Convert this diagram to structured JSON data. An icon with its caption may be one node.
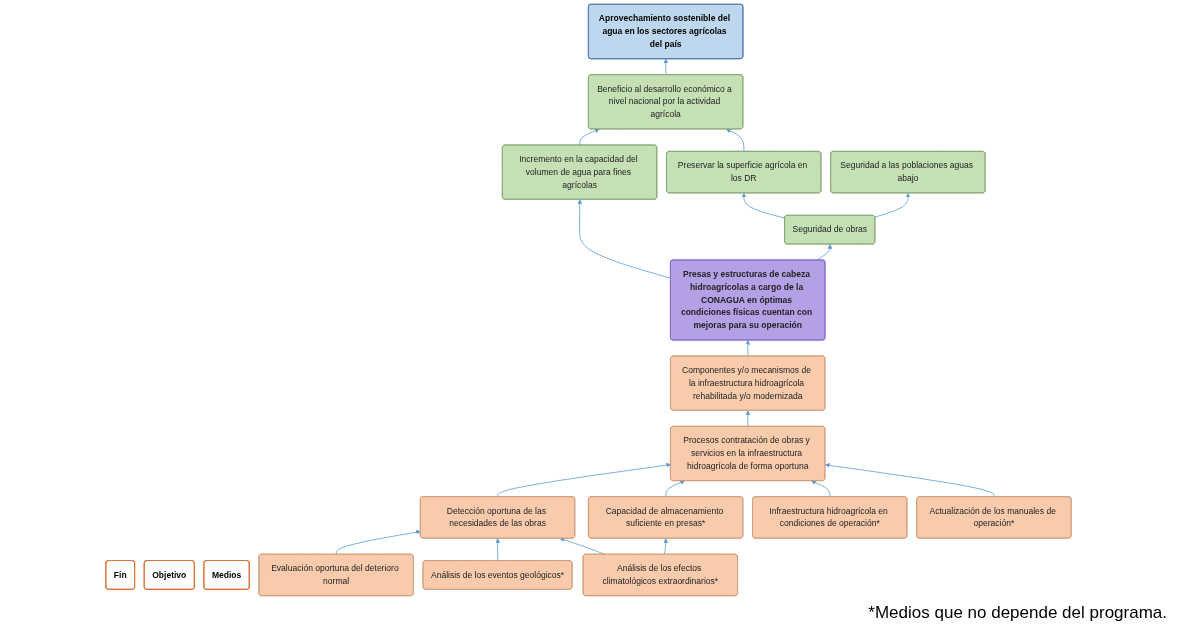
{
  "diagram": {
    "nodes": [
      {
        "text": [
          "Aprovechamiento sostenible del agua en los sectores agrícolas del país"
        ]
      },
      {
        "text": [
          "Beneficio al desarrollo económico a nivel nacional por la actividad agrícola"
        ]
      },
      {
        "text": [
          "Fin"
        ]
      },
      {
        "text": [
          "Incremento en la capacidad del volumen de agua para fines agrícolas"
        ]
      },
      {
        "text": [
          "Preservar la superficie agrícola en los DR"
        ]
      },
      {
        "text": [
          "Seguridad a las poblaciones aguas abajo"
        ]
      },
      {
        "text": [
          "Seguridad de obras"
        ]
      },
      {
        "text": [
          "Objetivo"
        ]
      },
      {
        "text": [
          "Presas y estructuras de cabeza hidroagrícolas a cargo de la CONAGUA en óptimas condiciones físicas cuentan con mejoras para su operación"
        ]
      },
      {
        "text": [
          "Componentes y/o mecanismos de la infraestructura hidroagrícola rehabilitada y/o modernizada"
        ]
      },
      {
        "text": [
          "Procesos contratación de obras y servicios en la infraestructura hidroagrícola de forma oportuna"
        ]
      },
      {
        "text": [
          "Medios"
        ]
      },
      {
        "text": [
          "Detección oportuna de las necesidades de las obras"
        ]
      },
      {
        "text": [
          "Capacidad de almacenamiento suficiente en presas*"
        ]
      },
      {
        "text": [
          "Infraestructura hidroagrícola en condiciones de operación*"
        ]
      },
      {
        "text": [
          "Actualización de los manuales de operación*"
        ]
      },
      {
        "text": [
          "Evaluación oportuna del deterioro normal"
        ]
      },
      {
        "text": [
          "Análisis de los eventos geológicos*"
        ]
      },
      {
        "text": [
          "Análisis de los efectos climatológicos extraordinarios*"
        ]
      }
    ],
    "edges": [
      {
        "from": 1,
        "to": 0,
        "arrow": "to"
      },
      {
        "from": 3,
        "to": 1,
        "arrow": "to"
      },
      {
        "from": 4,
        "to": 1,
        "arrow": "to"
      },
      {
        "from": 6,
        "to": 4,
        "arrow": "to"
      },
      {
        "from": 6,
        "to": 5,
        "arrow": "to"
      },
      {
        "from": 8,
        "to": 3,
        "arrow": "to"
      },
      {
        "from": 8,
        "to": 6,
        "arrow": "to"
      },
      {
        "from": 9,
        "to": 8,
        "arrow": "to"
      },
      {
        "from": 10,
        "to": 9,
        "arrow": "to"
      },
      {
        "from": 12,
        "to": 10,
        "arrow": "to"
      },
      {
        "from": 13,
        "to": 10,
        "arrow": "to"
      },
      {
        "from": 14,
        "to": 10,
        "arrow": "to"
      },
      {
        "from": 15,
        "to": 10,
        "arrow": "to"
      },
      {
        "from": 16,
        "to": 12,
        "arrow": "to"
      },
      {
        "from": 17,
        "to": 12,
        "arrow": "to"
      },
      {
        "from": 18,
        "to": 12,
        "arrow": "to"
      },
      {
        "from": 18,
        "to": 13,
        "arrow": "to"
      }
    ],
    "labels": [
      "*Medios que no depende del programa."
    ]
  }
}
